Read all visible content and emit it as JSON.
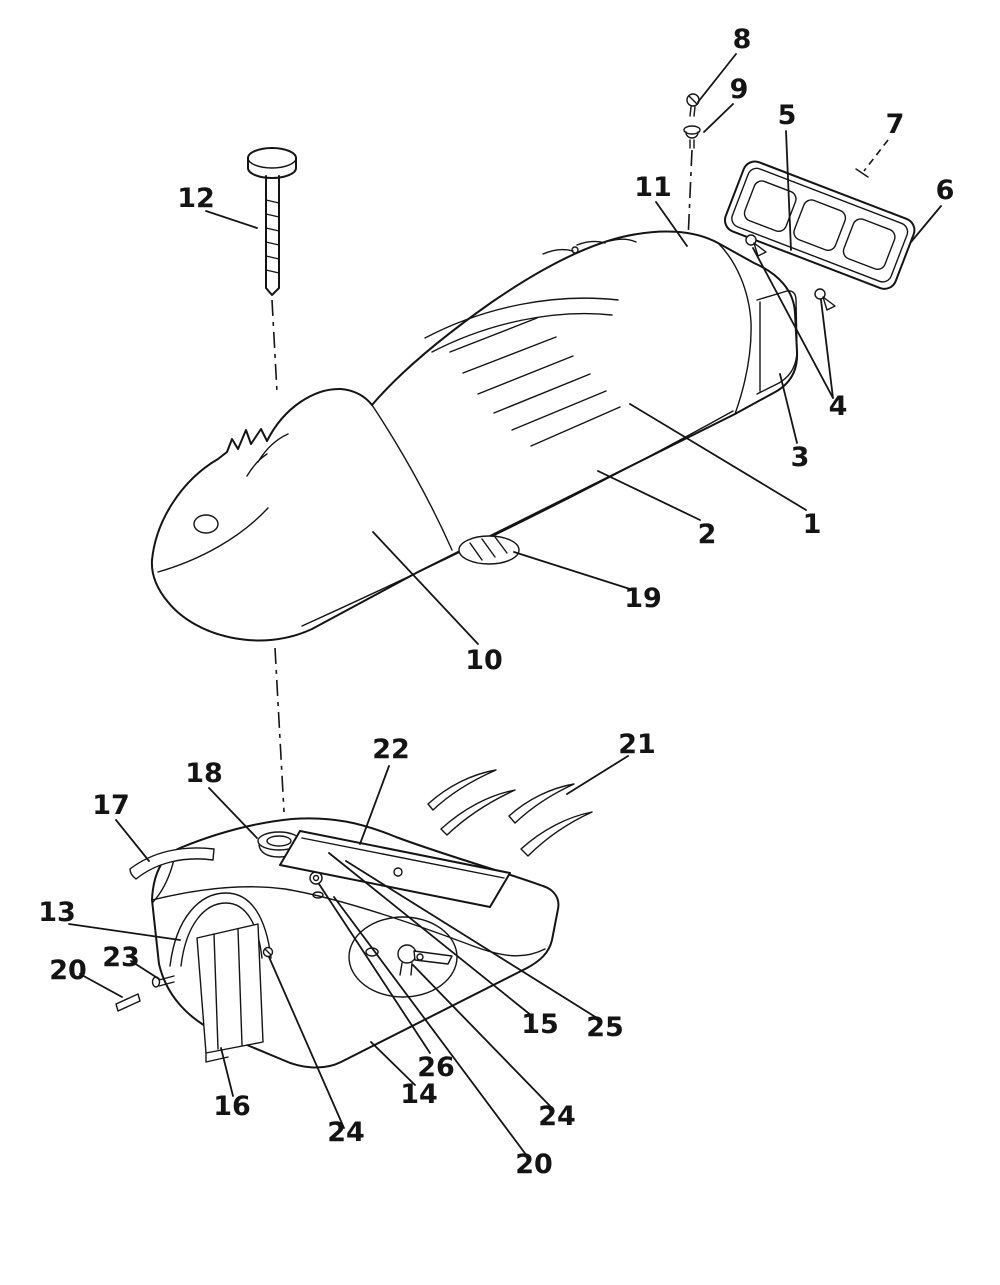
{
  "page": {
    "background": "#ffffff",
    "ink": "#141414"
  },
  "diagram": {
    "labels": [
      {
        "text": "8"
      },
      {
        "text": "9"
      },
      {
        "text": "5"
      },
      {
        "text": "7"
      },
      {
        "text": "6"
      },
      {
        "text": "11"
      },
      {
        "text": "12"
      },
      {
        "text": "4"
      },
      {
        "text": "3"
      },
      {
        "text": "1"
      },
      {
        "text": "2"
      },
      {
        "text": "19"
      },
      {
        "text": "10"
      },
      {
        "text": "22"
      },
      {
        "text": "21"
      },
      {
        "text": "18"
      },
      {
        "text": "17"
      },
      {
        "text": "13"
      },
      {
        "text": "23"
      },
      {
        "text": "20"
      },
      {
        "text": "16"
      },
      {
        "text": "24"
      },
      {
        "text": "14"
      },
      {
        "text": "26"
      },
      {
        "text": "20"
      },
      {
        "text": "24"
      },
      {
        "text": "15"
      },
      {
        "text": "25"
      }
    ]
  }
}
